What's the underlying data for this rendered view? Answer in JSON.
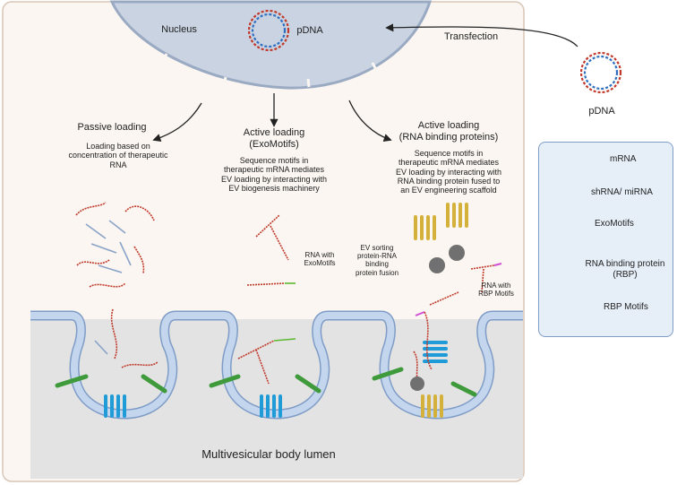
{
  "nucleus": {
    "label": "Nucleus",
    "pdna_label": "pDNA"
  },
  "transfection": {
    "label": "Transfection",
    "pdna_label": "pDNA"
  },
  "passive": {
    "title": "Passive loading",
    "desc": "Loading based on\nconcentration of therapeutic\nRNA"
  },
  "exomotifs": {
    "title": "Active loading\n(ExoMotifs)",
    "desc": "Sequence motifs in\ntherapeutic mRNA mediates\nEV loading by interacting with\nEV biogenesis machinery",
    "rna_label": "RNA with\nExoMotifs"
  },
  "rbp": {
    "title": "Active loading\n(RNA binding proteins)",
    "desc": "Sequence motifs in\ntherapeutic mRNA mediates\nEV loading by interacting with\nRNA binding protein fused to\nan EV engineering scaffold",
    "fusion_label": "EV sorting\nprotein-RNA\nbinding\nprotein fusion",
    "rna_label": "RNA with\nRBP Motifs"
  },
  "lumen_label": "Multivesicular body lumen",
  "legend": {
    "items": [
      {
        "label": "mRNA",
        "icon": "mrna-icon"
      },
      {
        "label": "shRNA/ miRNA",
        "icon": "shrna-icon"
      },
      {
        "label": "ExoMotifs",
        "icon": "exomotif-icon"
      },
      {
        "label": "RNA binding protein\n(RBP)",
        "icon": "rbp-icon"
      },
      {
        "label": "RBP Motifs",
        "icon": "rbp-motif-icon"
      }
    ]
  },
  "colors": {
    "cell_bg": "#fbf6f1",
    "cell_border": "#d9c6b6",
    "nucleus": "#c9d3e2",
    "nucleus_edge": "#9aaac2",
    "membrane": "#c4d6ee",
    "membrane_edge": "#7f9cc7",
    "lumen": "#e3e3e3",
    "mrna": "#c0392b",
    "exomotif": "#5cb82e",
    "rbp_motif": "#d24fd6",
    "tetraspanin": "#1f9bd7",
    "scaffold": "#d4b13a",
    "rbp": "#707070",
    "ev_marker": "#3e9a3a"
  }
}
